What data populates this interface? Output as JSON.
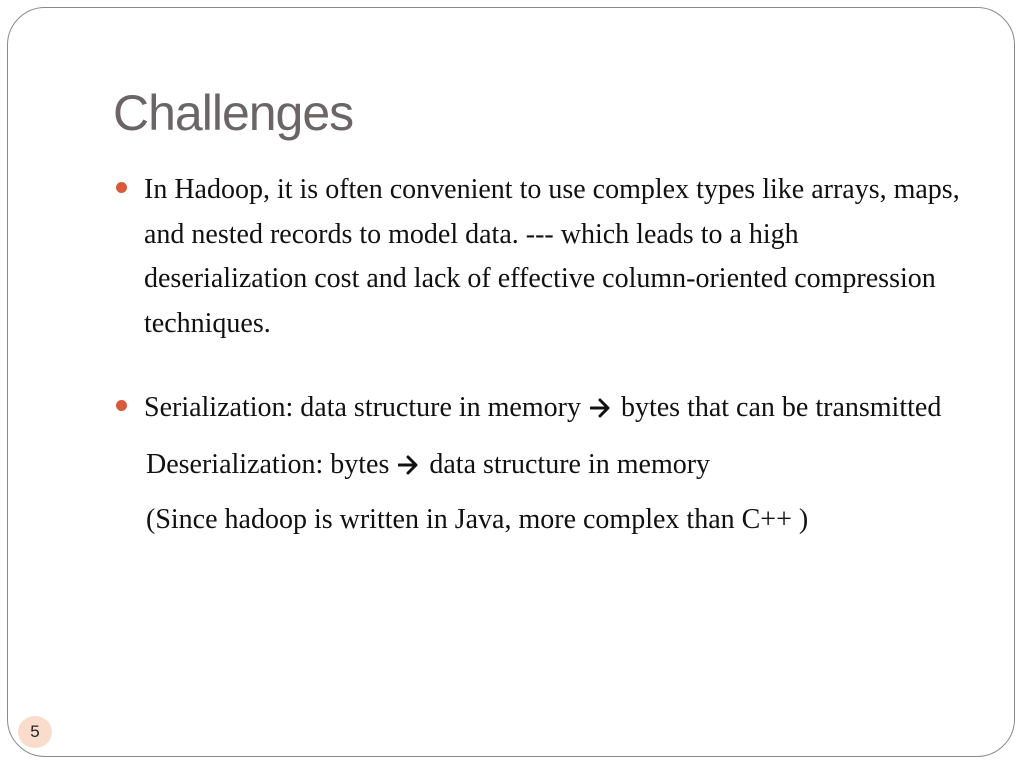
{
  "slide": {
    "title": "Challenges",
    "bullets": [
      {
        "text": "In Hadoop, it is often convenient to use complex types like arrays, maps, and nested records to model data. --- which leads to a high deserialization cost and lack of effective column-oriented compression techniques."
      },
      {
        "before_arrow": "Serialization:  data structure in memory",
        "after_arrow": "bytes that can be transmitted"
      }
    ],
    "deserialization": {
      "before_arrow": "Deserialization: bytes",
      "after_arrow": "data structure in memory"
    },
    "note": "(Since hadoop is written in Java, more complex than C++ )",
    "page_number": "5"
  },
  "icons": {
    "bullet": "bullet-dot-icon",
    "arrow": "right-arrow-icon"
  },
  "colors": {
    "title": "#6b6566",
    "bullet": "#d9593b",
    "frame_border": "#8a8a8a",
    "page_badge": "#f9dccc"
  }
}
